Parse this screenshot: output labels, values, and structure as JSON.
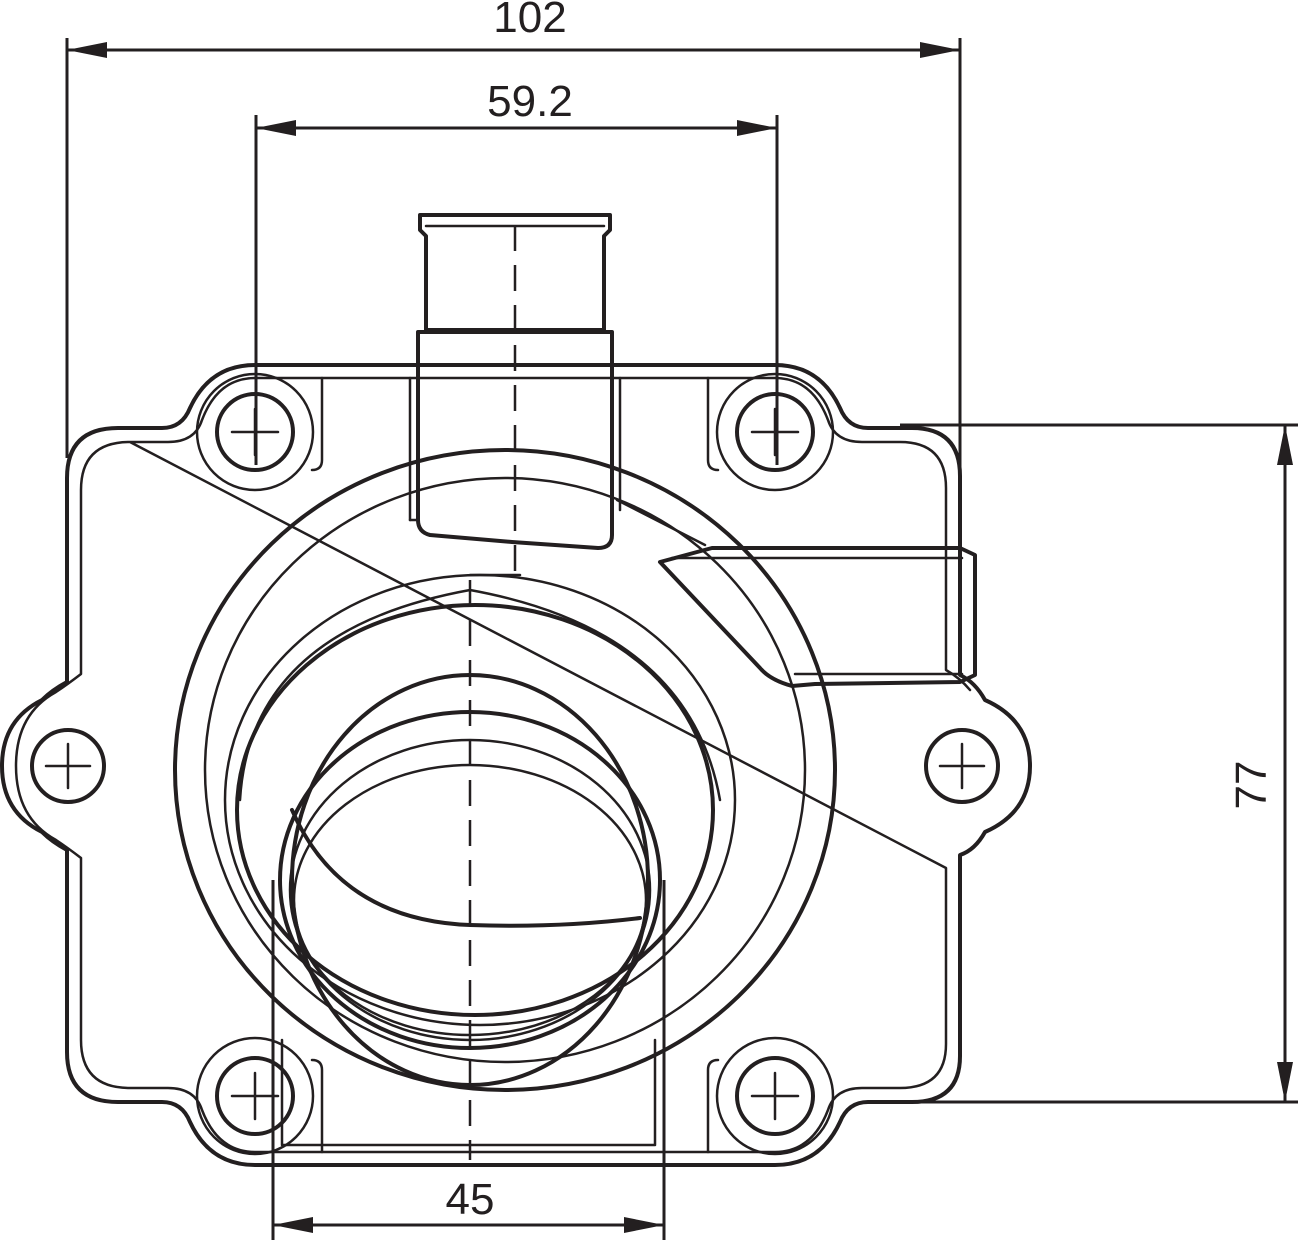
{
  "dimensions": {
    "overall_width": "102",
    "bolt_spacing": "59.2",
    "bore_diameter": "45",
    "height": "77"
  },
  "colors": {
    "line": "#231f20",
    "background": "#ffffff"
  },
  "icons": {
    "bolt_hole": "crosshair-circle"
  }
}
